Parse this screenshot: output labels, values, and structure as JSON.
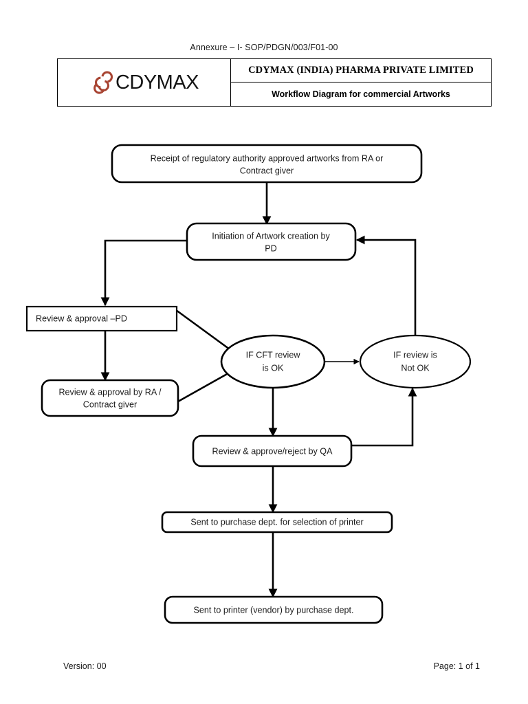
{
  "document": {
    "annexure_line": "Annexure – I- SOP/PDGN/003/F01-00",
    "header": {
      "logo_text": "CDYMAX",
      "logo_mark_icon": "cdymax-swirl-icon",
      "logo_mark_color": "#a84432",
      "company_name": "CDYMAX (INDIA) PHARMA PRIVATE LIMITED",
      "subtitle": "Workflow Diagram for commercial Artworks"
    },
    "footer": {
      "version": "Version: 00",
      "page": "Page: 1 of 1"
    }
  },
  "chart_data": {
    "type": "diagram",
    "title": "Workflow Diagram for commercial Artworks",
    "nodes": [
      {
        "id": "receipt",
        "shape": "rounded-rect",
        "lines": [
          "Receipt of regulatory authority approved artworks from RA or",
          "Contract giver"
        ]
      },
      {
        "id": "initiation",
        "shape": "rounded-rect",
        "lines": [
          "Initiation of Artwork creation by",
          "PD"
        ]
      },
      {
        "id": "review-pd",
        "shape": "rect",
        "lines": [
          "Review & approval –PD"
        ]
      },
      {
        "id": "review-ra",
        "shape": "rounded-rect",
        "lines": [
          "Review & approval by RA /",
          "Contract giver"
        ]
      },
      {
        "id": "cft-ok",
        "shape": "ellipse",
        "lines": [
          "IF CFT review",
          "is OK"
        ]
      },
      {
        "id": "not-ok",
        "shape": "ellipse",
        "lines": [
          "IF review is",
          "Not OK"
        ]
      },
      {
        "id": "qa",
        "shape": "rounded-rect",
        "lines": [
          "Review & approve/reject by QA"
        ]
      },
      {
        "id": "purchase",
        "shape": "rounded-rect",
        "lines": [
          "Sent to purchase dept. for selection of printer"
        ]
      },
      {
        "id": "printer",
        "shape": "rounded-rect",
        "lines": [
          "Sent to printer (vendor) by purchase dept."
        ]
      }
    ],
    "edges": [
      {
        "from": "receipt",
        "to": "initiation",
        "label": ""
      },
      {
        "from": "initiation",
        "to": "review-pd",
        "label": ""
      },
      {
        "from": "review-pd",
        "to": "review-ra",
        "label": ""
      },
      {
        "from": "review-pd",
        "to": "cft-ok",
        "label": ""
      },
      {
        "from": "review-ra",
        "to": "cft-ok",
        "label": ""
      },
      {
        "from": "cft-ok",
        "to": "not-ok",
        "label": ""
      },
      {
        "from": "cft-ok",
        "to": "qa",
        "label": ""
      },
      {
        "from": "qa",
        "to": "not-ok",
        "label": ""
      },
      {
        "from": "not-ok",
        "to": "initiation",
        "label": ""
      },
      {
        "from": "qa",
        "to": "purchase",
        "label": ""
      },
      {
        "from": "purchase",
        "to": "printer",
        "label": ""
      }
    ]
  }
}
